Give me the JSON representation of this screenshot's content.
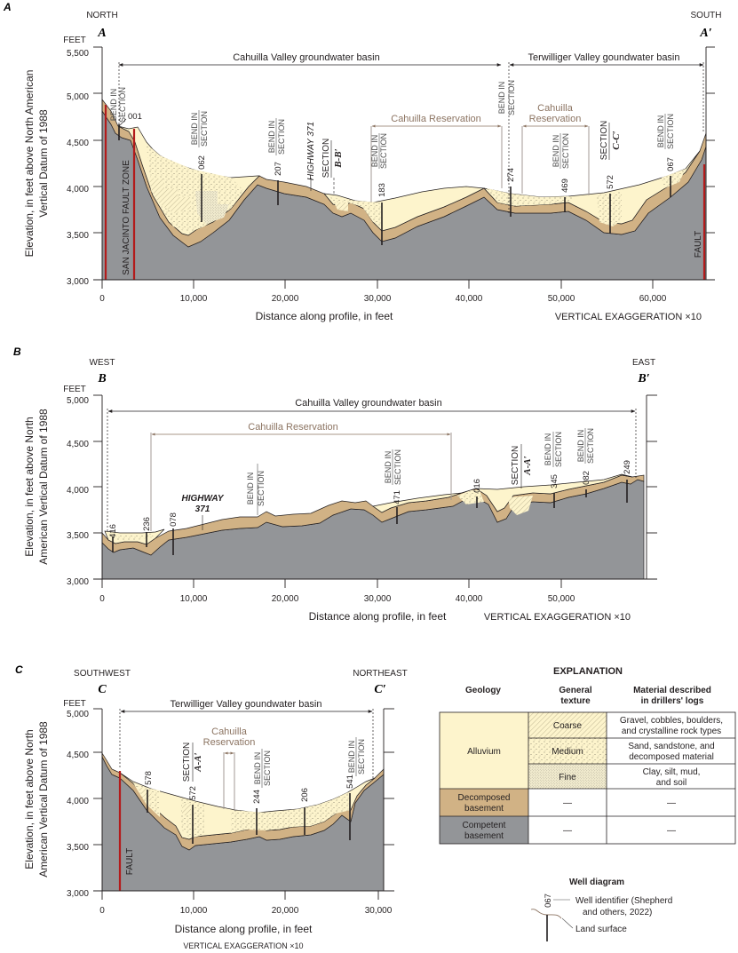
{
  "colors": {
    "alluvium": "#fdf4cc",
    "decomposed_basement": "#d1b285",
    "competent_basement": "#939598",
    "fault": "#b31b1b",
    "reservation": "#8c7462",
    "outline": "#231f20",
    "bend_line": "#a39a94"
  },
  "common": {
    "feet_label": "FEET",
    "x_axis_label": "Distance along profile, in feet",
    "vertical_exaggeration": "VERTICAL EXAGGERATION ×10",
    "bend_line1": "BEND IN",
    "bend_line2": "SECTION",
    "section_word": "SECTION"
  },
  "sections": {
    "A": {
      "panel_letter": "A",
      "left_direction": "NORTH",
      "right_direction": "SOUTH",
      "left_end": "A",
      "right_end": "A′",
      "y_axis_label_line1": "Elevation, in feet above North American",
      "y_axis_label_line2": "Vertical Datum of 1988",
      "y_ticks": [
        "5,500",
        "5,000",
        "4,500",
        "4,000",
        "3,500",
        "3,000"
      ],
      "x_ticks": [
        "0",
        "10,000",
        "20,000",
        "30,000",
        "40,000",
        "50,000",
        "60,000"
      ],
      "basins": [
        {
          "label": "Cahuilla Valley groundwater basin",
          "from_ft": 1800,
          "to_ft": 43800
        },
        {
          "label": "Terwilliger Valley goundwater basin",
          "from_ft": 44400,
          "to_ft": 65300
        }
      ],
      "reservations": [
        {
          "label": "Cahuilla Reservation",
          "from_ft": 29000,
          "to_ft": 43200
        },
        {
          "label_line1": "Cahuilla",
          "label_line2": "Reservation",
          "from_ft": 45800,
          "to_ft": 53000
        }
      ],
      "wells": [
        {
          "id": "001",
          "x_ft": 1800
        },
        {
          "id": "062",
          "x_ft": 10900
        },
        {
          "id": "207",
          "x_ft": 19200
        },
        {
          "id": "183",
          "x_ft": 30500
        },
        {
          "id": "274",
          "x_ft": 44400
        },
        {
          "id": "469",
          "x_ft": 50300
        },
        {
          "id": "572",
          "x_ft": 55300
        },
        {
          "id": "067",
          "x_ft": 61900
        }
      ],
      "bends_in_section": [
        1800,
        11200,
        19600,
        30200,
        44300,
        50600,
        62300
      ],
      "cross_sections": [
        {
          "label": "B-B′",
          "x_ft": 25300
        },
        {
          "label": "C-C′",
          "x_ft": 55500
        }
      ],
      "highway": {
        "label": "HIGHWAY 371",
        "x_ft": 23000
      },
      "fault_zone_label": "SAN JACINTO FAULT ZONE",
      "fault_label": "FAULT"
    },
    "B": {
      "panel_letter": "B",
      "left_direction": "WEST",
      "right_direction": "EAST",
      "left_end": "B",
      "right_end": "B′",
      "y_axis_label_line1": "Elevation, in feet above North",
      "y_axis_label_line2": "American Vertical Datum of 1988",
      "y_ticks": [
        "5,000",
        "4,500",
        "4,000",
        "3,500",
        "3,000"
      ],
      "x_ticks": [
        "0",
        "10,000",
        "20,000",
        "30,000",
        "40,000",
        "50,000"
      ],
      "basins": [
        {
          "label": "Cahuilla Valley groundwater basin",
          "from_ft": 800,
          "to_ft": 58000
        }
      ],
      "reservations": [
        {
          "label": "Cahuilla Reservation",
          "from_ft": 5400,
          "to_ft": 38000
        }
      ],
      "wells": [
        {
          "id": "416",
          "x_ft": 1200
        },
        {
          "id": "236",
          "x_ft": 4900
        },
        {
          "id": "078",
          "x_ft": 7800
        },
        {
          "id": "471",
          "x_ft": 32000
        },
        {
          "id": "016",
          "x_ft": 40800
        },
        {
          "id": "345",
          "x_ft": 49300
        },
        {
          "id": "082",
          "x_ft": 52700
        },
        {
          "id": "249",
          "x_ft": 57000
        }
      ],
      "bends_in_section": [
        17000,
        32200,
        49500,
        53000
      ],
      "cross_sections": [
        {
          "label": "A-A′",
          "x_ft": 45800
        }
      ],
      "highway": {
        "label_line1": "HIGHWAY",
        "label_line2": "371",
        "x_ft": 11000
      }
    },
    "C": {
      "panel_letter": "C",
      "left_direction": "SOUTHWEST",
      "right_direction": "NORTHEAST",
      "left_end": "C",
      "right_end": "C′",
      "y_axis_label_line1": "Elevation, in feet above North",
      "y_axis_label_line2": "American Vertical Datum of 1988",
      "y_ticks": [
        "5,000",
        "4,500",
        "4,000",
        "3,500",
        "3,000"
      ],
      "x_ticks": [
        "0",
        "10,000",
        "20,000",
        "30,000"
      ],
      "basins": [
        {
          "label": "Terwilliger Valley goundwater basin",
          "from_ft": 2000,
          "to_ft": 29500
        }
      ],
      "reservations": [
        {
          "label_line1": "Cahuilla",
          "label_line2": "Reservation",
          "from_ft": 13400,
          "to_ft": 14500
        }
      ],
      "wells": [
        {
          "id": "578",
          "x_ft": 5000
        },
        {
          "id": "572",
          "x_ft": 9800
        },
        {
          "id": "244",
          "x_ft": 16800
        },
        {
          "id": "206",
          "x_ft": 22100
        },
        {
          "id": "541",
          "x_ft": 27000
        }
      ],
      "bends_in_section": [
        16900,
        27200
      ],
      "cross_sections": [
        {
          "label": "A-A′",
          "x_ft": 9900
        }
      ],
      "fault_label": "FAULT"
    }
  },
  "explanation": {
    "title": "EXPLANATION",
    "headers": {
      "geology": "Geology",
      "texture_line1": "General",
      "texture_line2": "texture",
      "material_line1": "Material described",
      "material_line2": "in drillers' logs"
    },
    "rows": [
      {
        "geology": "Alluvium",
        "texture": "Coarse",
        "material_line1": "Gravel, cobbles, boulders,",
        "material_line2": "and crystalline rock types"
      },
      {
        "geology": "",
        "texture": "Medium",
        "material_line1": "Sand, sandstone, and",
        "material_line2": "decomposed material"
      },
      {
        "geology": "",
        "texture": "Fine",
        "material_line1": "Clay, silt, mud,",
        "material_line2": "and soil"
      },
      {
        "geology_line1": "Decomposed",
        "geology_line2": "basement",
        "texture": "—",
        "material": "—"
      },
      {
        "geology_line1": "Competent",
        "geology_line2": "basement",
        "texture": "—",
        "material": "—"
      }
    ],
    "well_diagram": {
      "title": "Well diagram",
      "example_id": "067",
      "identifier_line1": "Well identifier (Shepherd",
      "identifier_line2": "and others, 2022)",
      "land_surface": "Land surface"
    }
  }
}
